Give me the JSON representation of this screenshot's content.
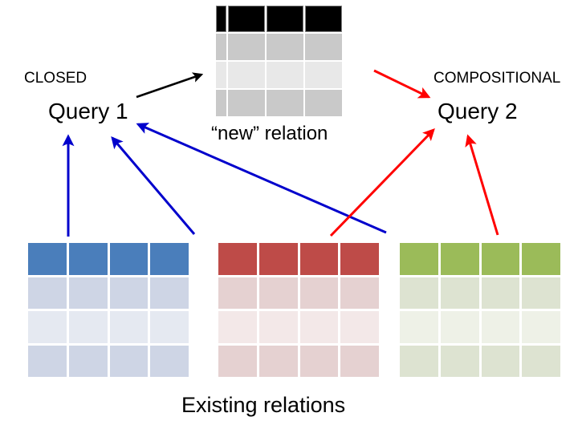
{
  "diagram": {
    "title_present": false,
    "labels": {
      "closed": "CLOSED",
      "compositional": "COMPOSITIONAL",
      "query1": "Query 1",
      "query2": "Query 2",
      "new_relation": "“new” relation",
      "existing_relations": "Existing relations"
    },
    "colors": {
      "blue_header": "#4a7ebb",
      "blue_band_dark": "#ced5e5",
      "blue_band_light": "#e5e9f1",
      "red_header": "#be4b48",
      "red_band_dark": "#e5d1d1",
      "red_band_light": "#f3e8e8",
      "green_header": "#9bbb59",
      "green_band_dark": "#dde3d1",
      "green_band_light": "#eef1e7",
      "new_header": "#000000",
      "new_band_dark": "#c9c9c9",
      "new_band_light": "#e8e8e8",
      "arrow_blue": "#0000cc",
      "arrow_red": "#ff0000",
      "arrow_black": "#000000"
    },
    "relations": [
      {
        "id": "new-relation",
        "name": "“new” relation",
        "header_color": "#000000",
        "columns": 4,
        "rows": 4
      },
      {
        "id": "existing-relation-blue",
        "name": "blue existing relation",
        "header_color": "#4a7ebb",
        "columns": 4,
        "rows": 4
      },
      {
        "id": "existing-relation-red",
        "name": "red existing relation",
        "header_color": "#be4b48",
        "columns": 4,
        "rows": 4
      },
      {
        "id": "existing-relation-green",
        "name": "green existing relation",
        "header_color": "#9bbb59",
        "columns": 4,
        "rows": 4
      }
    ],
    "arrows": [
      {
        "id": "query1-to-new-relation",
        "color": "#000000",
        "from": "Query 1",
        "to": "“new” relation"
      },
      {
        "id": "new-relation-to-query2",
        "color": "#ff0000",
        "from": "“new” relation",
        "to": "Query 2"
      },
      {
        "id": "blue-relation-to-query1-a",
        "color": "#0000cc",
        "from": "blue existing relation",
        "to": "Query 1"
      },
      {
        "id": "blue-relation-to-query1-b",
        "color": "#0000cc",
        "from": "blue existing relation",
        "to": "Query 1"
      },
      {
        "id": "green-area-to-query1",
        "color": "#0000cc",
        "from": "right side",
        "to": "Query 1"
      },
      {
        "id": "red-relation-to-query2",
        "color": "#ff0000",
        "from": "red existing relation",
        "to": "Query 2"
      },
      {
        "id": "green-relation-to-query2",
        "color": "#ff0000",
        "from": "green existing relation",
        "to": "Query 2"
      }
    ]
  }
}
